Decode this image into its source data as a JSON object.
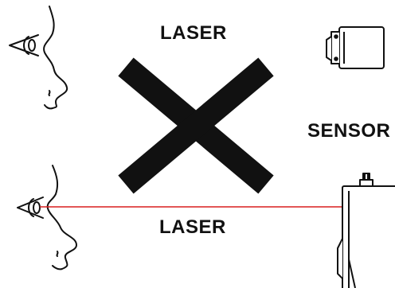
{
  "labels": {
    "laser_top": "LASER",
    "sensor": "SENSOR",
    "laser_bottom": "LASER"
  },
  "icons": {
    "face_top": "face-profile-eye-icon",
    "face_bottom": "face-profile-eye-icon",
    "sensor_top": "sensor-box-icon",
    "sensor_bottom": "laser-sensor-device-icon",
    "cross": "x-cross-icon"
  },
  "colors": {
    "ink": "#111111",
    "laser_beam": "#d91f1f",
    "background": "#ffffff"
  }
}
